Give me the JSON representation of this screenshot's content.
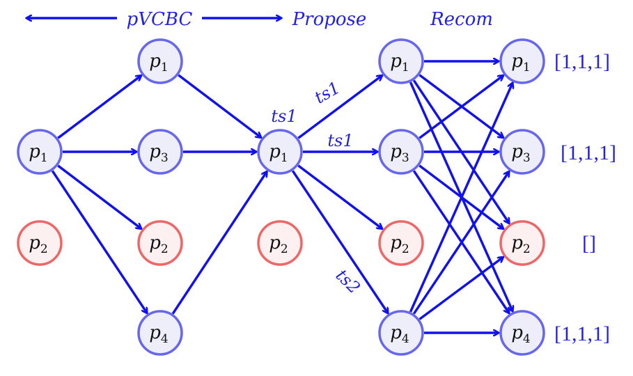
{
  "header": {
    "pvcbc": "pVCBC",
    "propose": "Propose",
    "recom": "Recom"
  },
  "colors": {
    "edge": "#1111ee",
    "text_accent": "#2222dd",
    "node_blue_stroke": "#6666ee",
    "node_red_stroke": "#ee6666"
  },
  "nodes": [
    {
      "id": "c0_p1",
      "prefix": "p",
      "sub": "1",
      "status": "correct"
    },
    {
      "id": "c0_p2",
      "prefix": "p",
      "sub": "2",
      "status": "faulty"
    },
    {
      "id": "c1_p1",
      "prefix": "p",
      "sub": "1",
      "status": "correct"
    },
    {
      "id": "c1_p3",
      "prefix": "p",
      "sub": "3",
      "status": "correct"
    },
    {
      "id": "c1_p2",
      "prefix": "p",
      "sub": "2",
      "status": "faulty"
    },
    {
      "id": "c1_p4",
      "prefix": "p",
      "sub": "4",
      "status": "correct"
    },
    {
      "id": "c2_p1",
      "prefix": "p",
      "sub": "1",
      "status": "correct"
    },
    {
      "id": "c2_p2",
      "prefix": "p",
      "sub": "2",
      "status": "faulty"
    },
    {
      "id": "c3_p1",
      "prefix": "p",
      "sub": "1",
      "status": "correct"
    },
    {
      "id": "c3_p3",
      "prefix": "p",
      "sub": "3",
      "status": "correct"
    },
    {
      "id": "c3_p2",
      "prefix": "p",
      "sub": "2",
      "status": "faulty"
    },
    {
      "id": "c3_p4",
      "prefix": "p",
      "sub": "4",
      "status": "correct"
    },
    {
      "id": "c4_p1",
      "prefix": "p",
      "sub": "1",
      "status": "correct"
    },
    {
      "id": "c4_p3",
      "prefix": "p",
      "sub": "3",
      "status": "correct"
    },
    {
      "id": "c4_p2",
      "prefix": "p",
      "sub": "2",
      "status": "faulty"
    },
    {
      "id": "c4_p4",
      "prefix": "p",
      "sub": "4",
      "status": "correct"
    }
  ],
  "edges": [
    {
      "from": "c0_p1",
      "to": "c1_p1"
    },
    {
      "from": "c0_p1",
      "to": "c1_p3"
    },
    {
      "from": "c0_p1",
      "to": "c1_p2"
    },
    {
      "from": "c0_p1",
      "to": "c1_p4"
    },
    {
      "from": "c1_p1",
      "to": "c2_p1"
    },
    {
      "from": "c1_p3",
      "to": "c2_p1"
    },
    {
      "from": "c1_p4",
      "to": "c2_p1"
    },
    {
      "from": "c2_p1",
      "to": "c3_p1"
    },
    {
      "from": "c2_p1",
      "to": "c3_p3"
    },
    {
      "from": "c2_p1",
      "to": "c3_p2"
    },
    {
      "from": "c2_p1",
      "to": "c3_p4"
    },
    {
      "from": "c3_p1",
      "to": "c4_p1"
    },
    {
      "from": "c3_p1",
      "to": "c4_p3"
    },
    {
      "from": "c3_p1",
      "to": "c4_p2"
    },
    {
      "from": "c3_p1",
      "to": "c4_p4"
    },
    {
      "from": "c3_p3",
      "to": "c4_p1"
    },
    {
      "from": "c3_p3",
      "to": "c4_p3"
    },
    {
      "from": "c3_p3",
      "to": "c4_p2"
    },
    {
      "from": "c3_p3",
      "to": "c4_p4"
    },
    {
      "from": "c3_p4",
      "to": "c4_p1"
    },
    {
      "from": "c3_p4",
      "to": "c4_p3"
    },
    {
      "from": "c3_p4",
      "to": "c4_p2"
    },
    {
      "from": "c3_p4",
      "to": "c4_p4"
    }
  ],
  "labels": {
    "ts1_node": "ts1",
    "ts1_up": "ts1",
    "ts1_mid": "ts1",
    "ts2": "ts2"
  },
  "results": {
    "p1": "[1,1,1]",
    "p3": "[1,1,1]",
    "p2": "[]",
    "p4": "[1,1,1]"
  }
}
